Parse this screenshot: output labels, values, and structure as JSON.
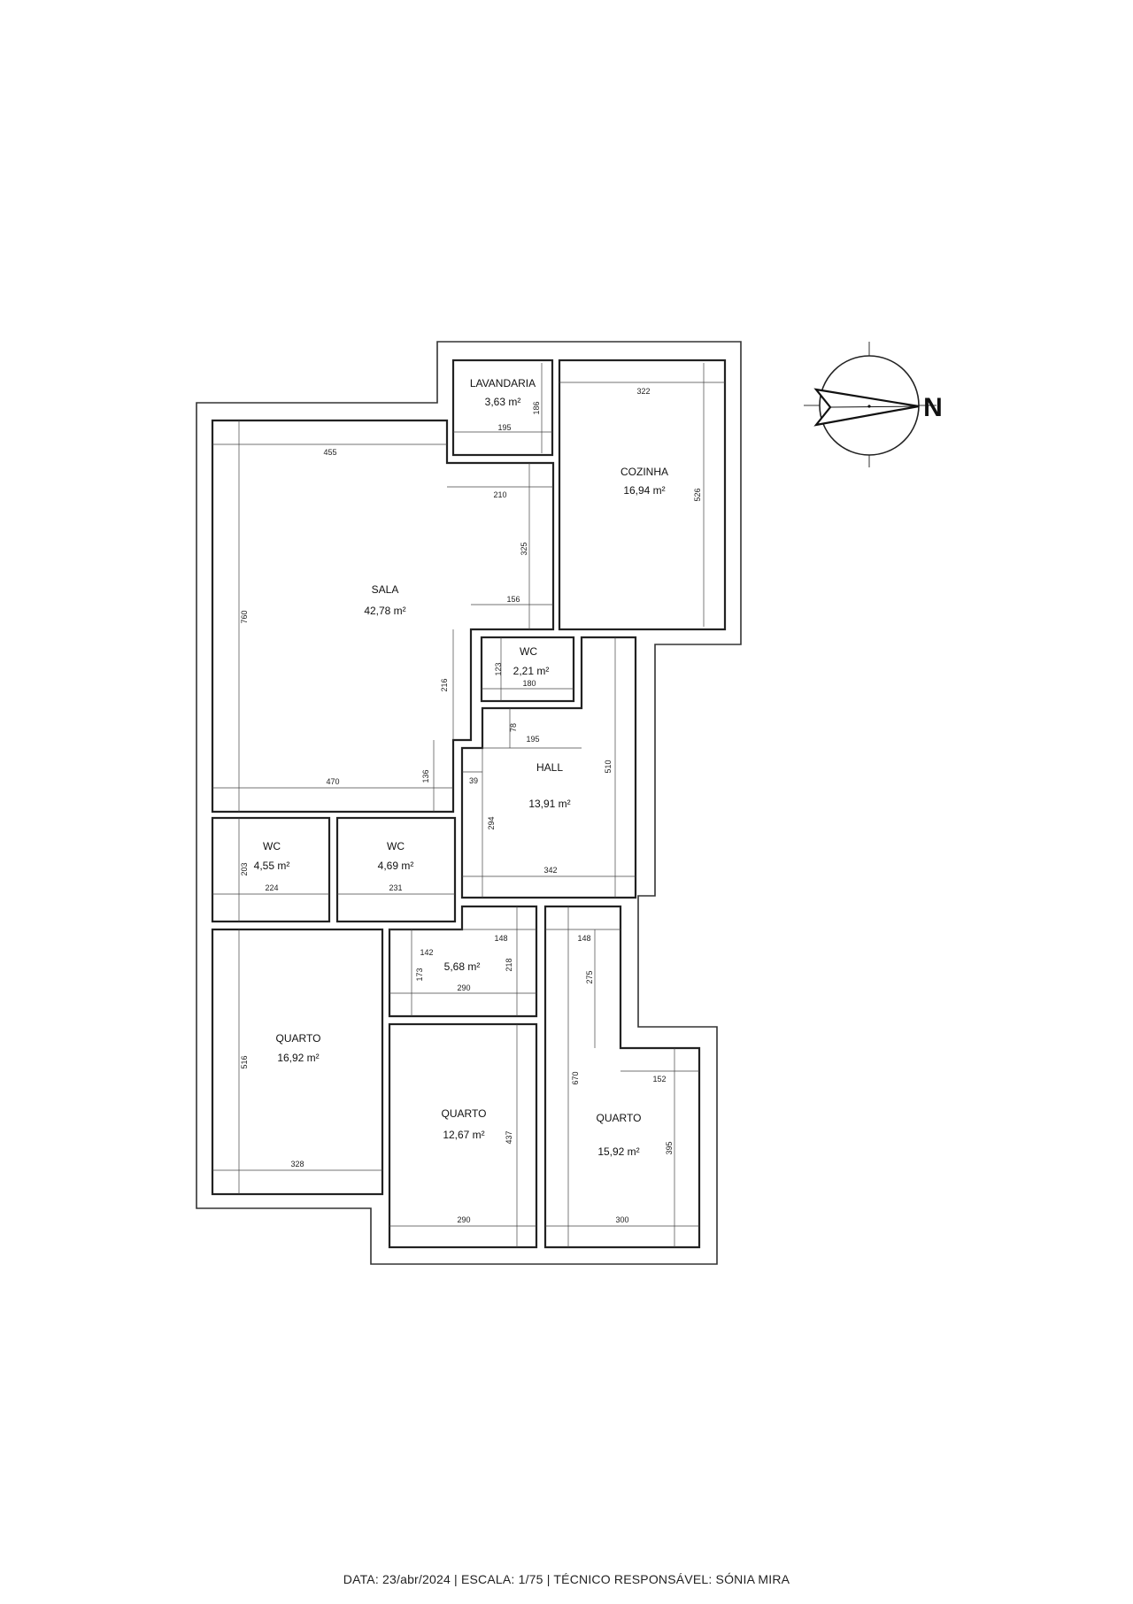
{
  "rooms": {
    "lavandaria": {
      "name": "LAVANDARIA",
      "area": "3,63 m²"
    },
    "cozinha": {
      "name": "COZINHA",
      "area": "16,94 m²"
    },
    "sala": {
      "name": "SALA",
      "area": "42,78 m²"
    },
    "wc_small": {
      "name": "WC",
      "area": "2,21 m²"
    },
    "hall": {
      "name": "HALL",
      "area": "13,91 m²"
    },
    "wc_left": {
      "name": "WC",
      "area": "4,55 m²"
    },
    "wc_mid": {
      "name": "WC",
      "area": "4,69 m²"
    },
    "closet": {
      "area": "5,68 m²"
    },
    "quarto_left": {
      "name": "QUARTO",
      "area": "16,92 m²"
    },
    "quarto_mid": {
      "name": "QUARTO",
      "area": "12,67 m²"
    },
    "quarto_right": {
      "name": "QUARTO",
      "area": "15,92 m²"
    }
  },
  "dims": {
    "lav_w": "195",
    "lav_h": "186",
    "coz_w": "322",
    "coz_h": "526",
    "sala_top": "455",
    "sala_step": "210",
    "sala_325": "325",
    "sala_156": "156",
    "sala_216": "216",
    "sala_136": "136",
    "sala_h": "760",
    "sala_w": "470",
    "wc_s_h": "123",
    "wc_s_w": "180",
    "hall_78": "78",
    "hall_195": "195",
    "hall_39": "39",
    "hall_294": "294",
    "hall_510": "510",
    "hall_w": "342",
    "wcl_h": "203",
    "wcl_w": "224",
    "wcm_w": "231",
    "cl_142": "142",
    "cl_148": "148",
    "cl_173": "173",
    "cl_218": "218",
    "cl_290": "290",
    "ql_h": "516",
    "ql_w": "328",
    "qm_h": "437",
    "qm_w": "290",
    "qr_148": "148",
    "qr_275": "275",
    "qr_670": "670",
    "qr_152": "152",
    "qr_395": "395",
    "qr_300": "300"
  },
  "compass": {
    "north_label": "N"
  },
  "footer": {
    "text": "DATA: 23/abr/2024  |  ESCALA: 1/75  |  TÉCNICO RESPONSÁVEL: SÓNIA MIRA"
  }
}
